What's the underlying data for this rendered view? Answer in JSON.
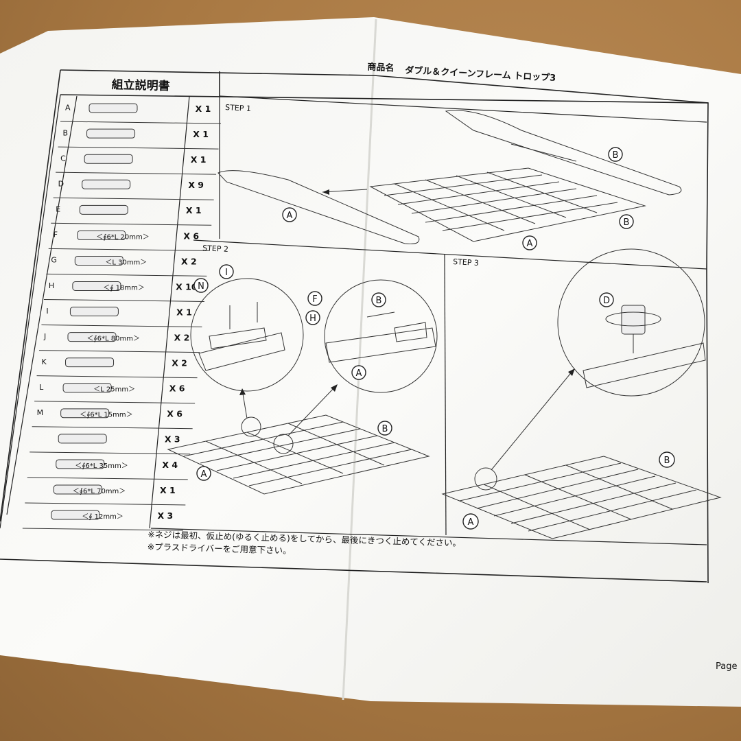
{
  "document": {
    "title": "組立説明書",
    "product_label": "商品名",
    "product_name": "ダブル＆クイーンフレーム トロップ3",
    "page_label": "Page"
  },
  "parts": [
    {
      "letter": "A",
      "spec": "",
      "qty": "X 1"
    },
    {
      "letter": "B",
      "spec": "",
      "qty": "X 1"
    },
    {
      "letter": "C",
      "spec": "",
      "qty": "X 1"
    },
    {
      "letter": "D",
      "spec": "",
      "qty": "X 9"
    },
    {
      "letter": "E",
      "spec": "",
      "qty": "X 1"
    },
    {
      "letter": "F",
      "spec": "＜∮6*L 20mm＞",
      "qty": "X 6"
    },
    {
      "letter": "G",
      "spec": "＜L 30mm＞",
      "qty": "X 2"
    },
    {
      "letter": "H",
      "spec": "＜∮ 18mm＞",
      "qty": "X 10"
    },
    {
      "letter": "I",
      "spec": "",
      "qty": "X 1"
    },
    {
      "letter": "J",
      "spec": "＜∮6*L 80mm＞",
      "qty": "X 2"
    },
    {
      "letter": "K",
      "spec": "",
      "qty": "X 2"
    },
    {
      "letter": "L",
      "spec": "＜L 25mm＞",
      "qty": "X 6"
    },
    {
      "letter": "M",
      "spec": "＜∮6*L 15mm＞",
      "qty": "X 6"
    },
    {
      "letter": "",
      "spec": "",
      "qty": "X 3"
    },
    {
      "letter": "",
      "spec": "＜∮6*L 35mm＞",
      "qty": "X 4"
    },
    {
      "letter": "",
      "spec": "＜∮6*L 70mm＞",
      "qty": "X 1"
    },
    {
      "letter": "",
      "spec": "＜∮ 12mm＞",
      "qty": "X 3"
    }
  ],
  "steps": {
    "step1": {
      "title": "STEP 1",
      "callouts": [
        "B",
        "A",
        "B",
        "A"
      ]
    },
    "step2": {
      "title": "STEP 2",
      "callouts": [
        "N",
        "I",
        "F",
        "H",
        "B",
        "A",
        "B",
        "A"
      ]
    },
    "step3": {
      "title": "STEP 3",
      "callouts": [
        "D",
        "B",
        "A"
      ]
    }
  },
  "notes": [
    "※ネジは最初、仮止め(ゆるく止める)をしてから、最後にきつく止めてください。",
    "※プラスドライバーをご用意下さい。"
  ]
}
